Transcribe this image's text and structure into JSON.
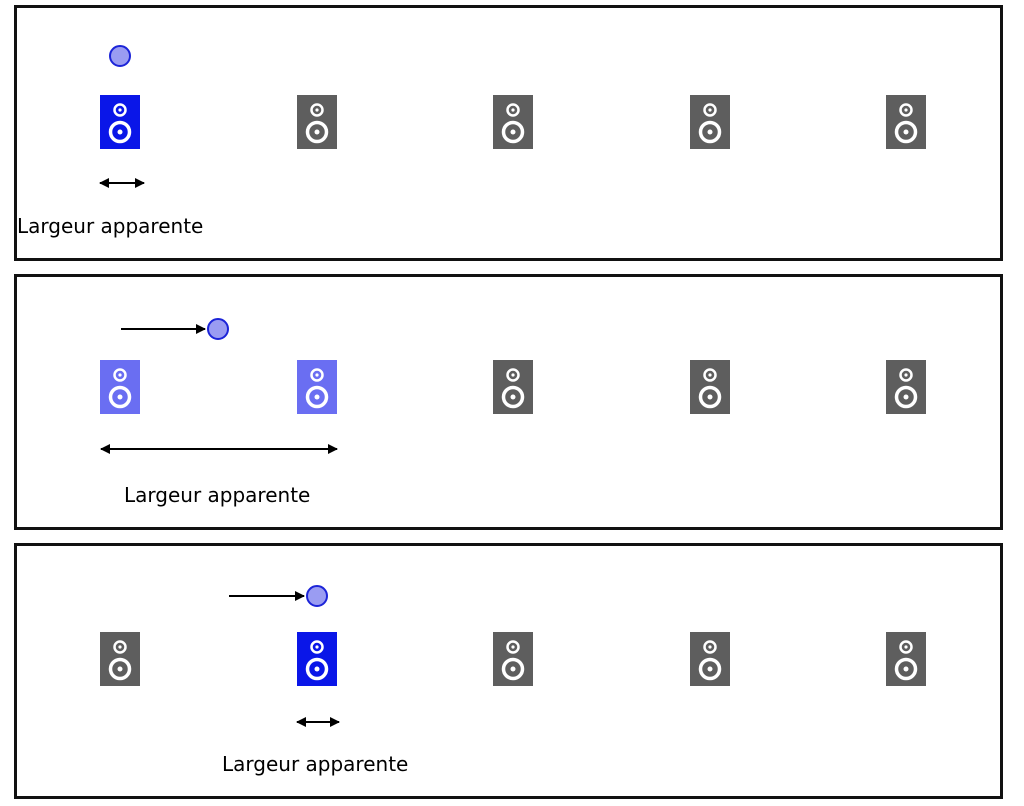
{
  "colors": {
    "speaker_active": "#0a16e8",
    "speaker_partial": "#6a6ef2",
    "speaker_inactive": "#5e5e5e",
    "source_fill": "#9a9cf2",
    "source_stroke": "#1c24d8",
    "border": "#111111",
    "arrow": "#000000"
  },
  "icons": {
    "speaker": "speaker-icon",
    "source": "sound-source-circle",
    "arrow": "double-arrow"
  },
  "panels": [
    {
      "label": "Largeur apparente",
      "speakers": [
        "active",
        "inactive",
        "inactive",
        "inactive",
        "inactive"
      ],
      "source_moving": false,
      "width_span": "narrow"
    },
    {
      "label": "Largeur apparente",
      "speakers": [
        "partial",
        "partial",
        "inactive",
        "inactive",
        "inactive"
      ],
      "source_moving": true,
      "width_span": "wide"
    },
    {
      "label": "Largeur apparente",
      "speakers": [
        "inactive",
        "active",
        "inactive",
        "inactive",
        "inactive"
      ],
      "source_moving": true,
      "width_span": "narrow"
    }
  ]
}
